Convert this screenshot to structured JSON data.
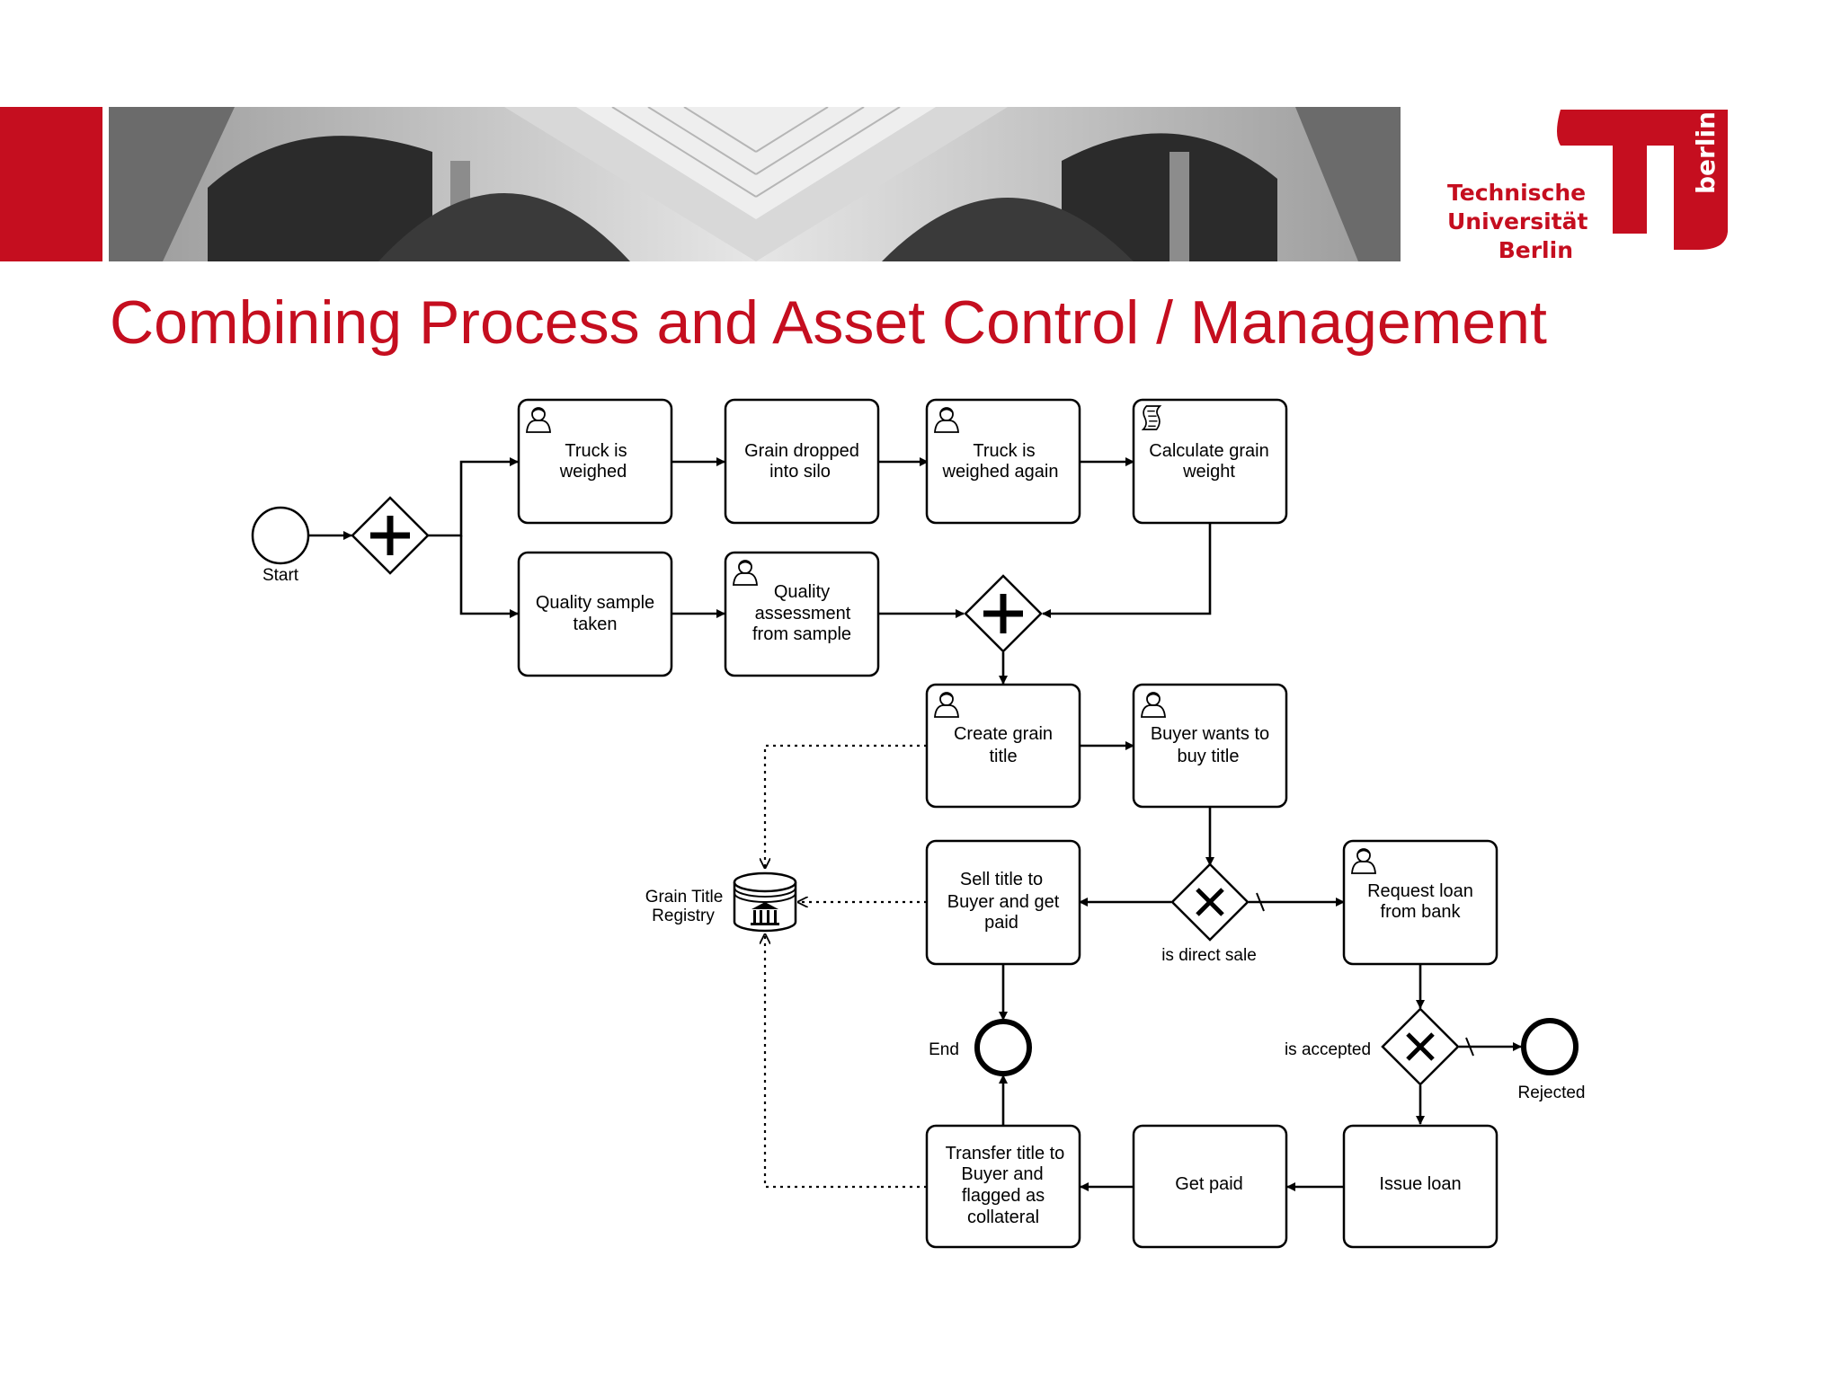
{
  "logo": {
    "lines": [
      "Technische",
      "Universität",
      "Berlin"
    ],
    "side_word": "berlin"
  },
  "title": "Combining Process and Asset Control / Management",
  "tasks": {
    "truck_weighed": [
      "Truck is",
      "weighed"
    ],
    "grain_dropped": [
      "Grain dropped",
      "into silo"
    ],
    "truck_weighed_again": [
      "Truck is",
      "weighed again"
    ],
    "calc_weight": [
      "Calculate grain",
      "weight"
    ],
    "quality_sample": [
      "Quality sample",
      "taken"
    ],
    "quality_assessment": [
      "Quality",
      "assessment",
      "from sample"
    ],
    "create_title": [
      "Create grain",
      "title"
    ],
    "buyer_wants": [
      "Buyer wants to",
      "buy title"
    ],
    "sell_title": [
      "Sell title to",
      "Buyer and get",
      "paid"
    ],
    "request_loan": [
      "Request loan",
      "from bank"
    ],
    "transfer_title": [
      "Transfer title to",
      "Buyer and",
      "flagged as",
      "collateral"
    ],
    "get_paid": [
      "Get paid"
    ],
    "issue_loan": [
      "Issue loan"
    ]
  },
  "events": {
    "start": "Start",
    "end": "End",
    "rejected": "Rejected"
  },
  "gateway_labels": {
    "direct_sale": "is direct sale",
    "accepted": "is accepted"
  },
  "datastore": [
    "Grain Title",
    "Registry"
  ],
  "colors": {
    "brand_red": "#c50e1f",
    "stroke": "#000000"
  }
}
